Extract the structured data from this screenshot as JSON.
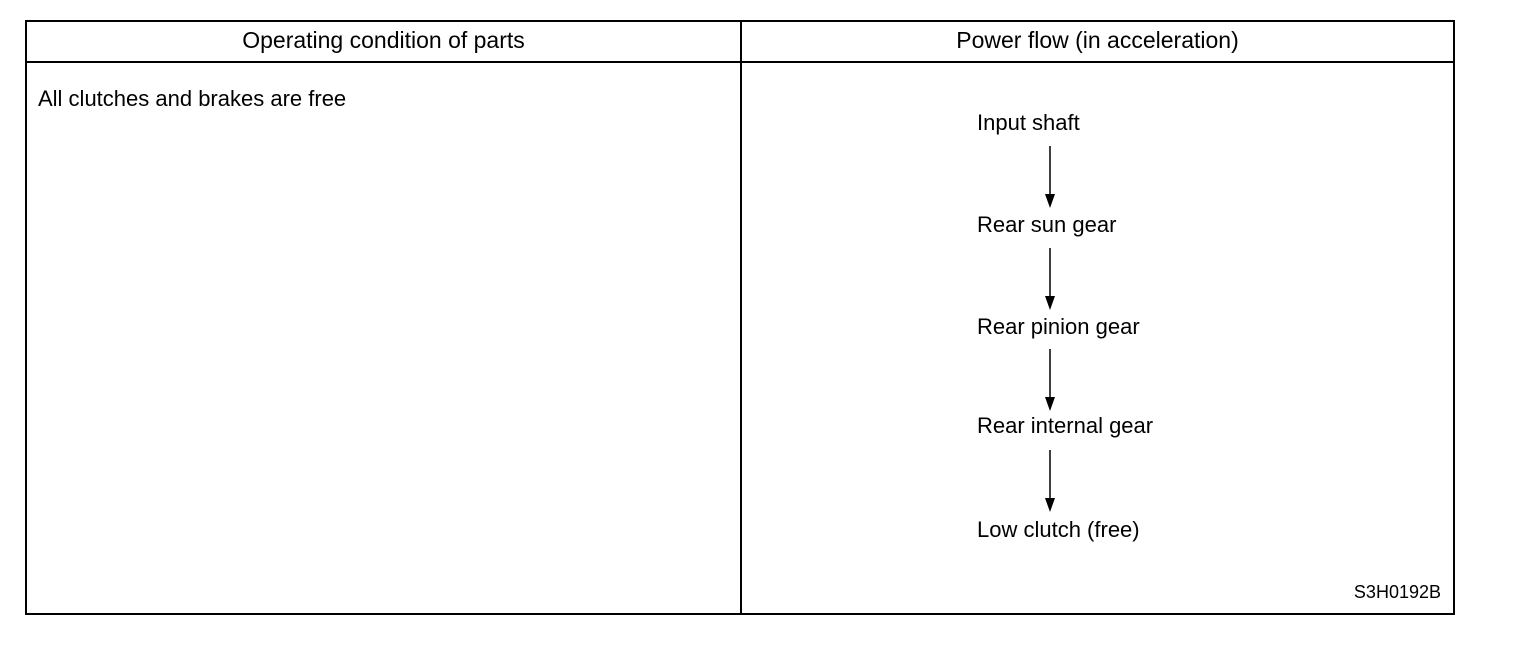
{
  "table": {
    "headers": {
      "condition": "Operating condition of parts",
      "power_flow": "Power flow (in acceleration)"
    },
    "condition_text": "All clutches and brakes are free",
    "flow_steps": [
      "Input shaft",
      "Rear sun gear",
      "Rear pinion gear",
      "Rear internal gear",
      "Low clutch (free)"
    ],
    "ref_code": "S3H0192B"
  }
}
